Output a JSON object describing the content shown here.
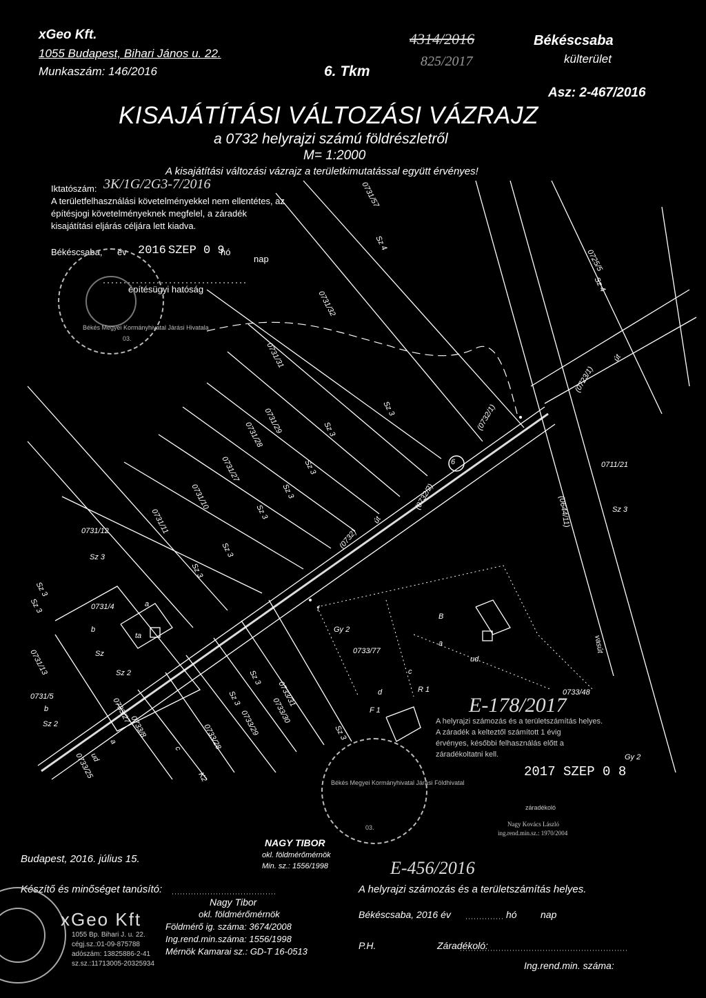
{
  "header": {
    "company": "xGeo Kft.",
    "address": "1055 Budapest, Bihari János u. 22.",
    "job_number": "Munkaszám: 146/2016",
    "sheet": "6. Tkm",
    "stamp_number_top": "4314/2016",
    "stamp_number_second": "825/2017",
    "city": "Békéscsaba",
    "area": "külterület",
    "asz": "Asz: 2-467/2016"
  },
  "title": {
    "main": "KISAJÁTÍTÁSI VÁLTOZÁSI VÁZRAJZ",
    "sub": "a 0732 helyrajzi számú földrészletről",
    "scale": "M= 1:2000",
    "validity": "A kisajátítási változási vázrajz a területkimutatással együtt érvényes!"
  },
  "authority_box": {
    "iktatoszam_label": "Iktatószám:",
    "iktatoszam_value": "3K/1G/2G3-7/2016",
    "line1": "A területfelhasználási követelményekkel nem ellentétes, az",
    "line2": "építésjogi követelményeknek megfelel, a záradék",
    "line3": "kisajátítási eljárás céljára lett kiadva.",
    "date_city": "Békéscsaba,",
    "date_year": "2016",
    "date_ev": "év",
    "date_month": "SZEP 0 9",
    "date_ho": "hó",
    "date_nap": "nap",
    "authority": "építésügyi hatóság"
  },
  "parcels": [
    {
      "label": "0731/57"
    },
    {
      "label": "Sz 4"
    },
    {
      "label": "0725/5"
    },
    {
      "label": "Sz 4"
    },
    {
      "label": "0731/32"
    },
    {
      "label": "0731/31"
    },
    {
      "label": "Sz 3"
    },
    {
      "label": "Sz 3"
    },
    {
      "label": "(0723/1)"
    },
    {
      "label": "út"
    },
    {
      "label": "(0732/1)"
    },
    {
      "label": "0731/29"
    },
    {
      "label": "Sz 3"
    },
    {
      "label": "0731/28"
    },
    {
      "label": "Sz 3"
    },
    {
      "label": "0731/27"
    },
    {
      "label": "Sz 3"
    },
    {
      "label": "0731/10"
    },
    {
      "label": "Sz 3"
    },
    {
      "label": "(0732/2)"
    },
    {
      "label": "6"
    },
    {
      "label": "0711/21"
    },
    {
      "label": "Sz 3"
    },
    {
      "label": "(0644/11)"
    },
    {
      "label": "0731/11"
    },
    {
      "label": "Sz 3"
    },
    {
      "label": "út"
    },
    {
      "label": "(0732)"
    },
    {
      "label": "0731/12"
    },
    {
      "label": "Sz 3"
    },
    {
      "label": "Sz 3"
    },
    {
      "label": "Sz 3"
    },
    {
      "label": "0731/4"
    },
    {
      "label": "a"
    },
    {
      "label": "b"
    },
    {
      "label": "ta"
    },
    {
      "label": "Sz"
    },
    {
      "label": "Sz 2"
    },
    {
      "label": "f"
    },
    {
      "label": "Gy 2"
    },
    {
      "label": "0733/77"
    },
    {
      "label": "B"
    },
    {
      "label": "a"
    },
    {
      "label": "ud"
    },
    {
      "label": "c"
    },
    {
      "label": "R 1"
    },
    {
      "label": "d"
    },
    {
      "label": "F 1"
    },
    {
      "label": "vasút"
    },
    {
      "label": "0731/13"
    },
    {
      "label": "0731/5"
    },
    {
      "label": "b"
    },
    {
      "label": "Sz 2"
    },
    {
      "label": "0733/8"
    },
    {
      "label": "0733/27"
    },
    {
      "label": "a"
    },
    {
      "label": "ud"
    },
    {
      "label": "0733/25"
    },
    {
      "label": "c"
    },
    {
      "label": "K2"
    },
    {
      "label": "Sz 3"
    },
    {
      "label": "Sz 3"
    },
    {
      "label": "0733/31"
    },
    {
      "label": "0733/30"
    },
    {
      "label": "0733/29"
    },
    {
      "label": "0733/28"
    },
    {
      "label": "0733/48"
    },
    {
      "label": "Gy 2"
    },
    {
      "label": "Sz 3"
    }
  ],
  "land_office_stamp": {
    "number": "E-178/2017",
    "text1": "A helyrajzi számozás és a területszámítás helyes.",
    "text2": "A záradék a kelteztől számított 1 évig",
    "text3": "érvényes, későbbi felhasználás előtt a",
    "text4": "záradékoltatni kell.",
    "date": "2017 SZEP 0 8",
    "signer_role": "záradékoló",
    "signer_name": "Nagy Kovács László",
    "signer_reg": "ing.rend.min.sz.: 1970/2004",
    "seal_text": "Békés Megyei Kormányhivatal Járási Földhivatal",
    "seal_number": "03."
  },
  "authority_seal_text": "Békés Megyei Kormányhivatal Járási Hivatala",
  "authority_seal_number": "03.",
  "engineer": {
    "name": "NAGY TIBOR",
    "title": "okl. földmérőmérnök",
    "reg": "Min. sz.: 1556/1998"
  },
  "bottom_left": {
    "place_date": "Budapest, 2016. július 15.",
    "made_by": "Készítő és minőséget tanúsító:",
    "name": "Nagy Tibor",
    "title": "okl. földmérőmérnök",
    "license": "Földmérő ig. száma: 3674/2008",
    "reg": "Ing.rend.min.száma: 1556/1998",
    "chamber": "Mérnök Kamarai sz.: GD-T 16-0513",
    "stamp_company": "xGeo Kft",
    "stamp_addr": "1055 Bp. Bihari J. u. 22.",
    "stamp_cegj": "cégj.sz.:01-09-875788",
    "stamp_ado": "adószám: 13825886-2-41",
    "stamp_bank": "sz.sz.:11713005-20325934"
  },
  "bottom_right": {
    "stamp_number": "E-456/2016",
    "statement": "A helyrajzi számozás és a területszámítás helyes.",
    "date_line": "Békéscsaba, 2016 év",
    "ho": "hó",
    "nap": "nap",
    "ph": "P.H.",
    "zaradekolo": "Záradékoló:",
    "reg": "Ing.rend.min. száma:"
  }
}
